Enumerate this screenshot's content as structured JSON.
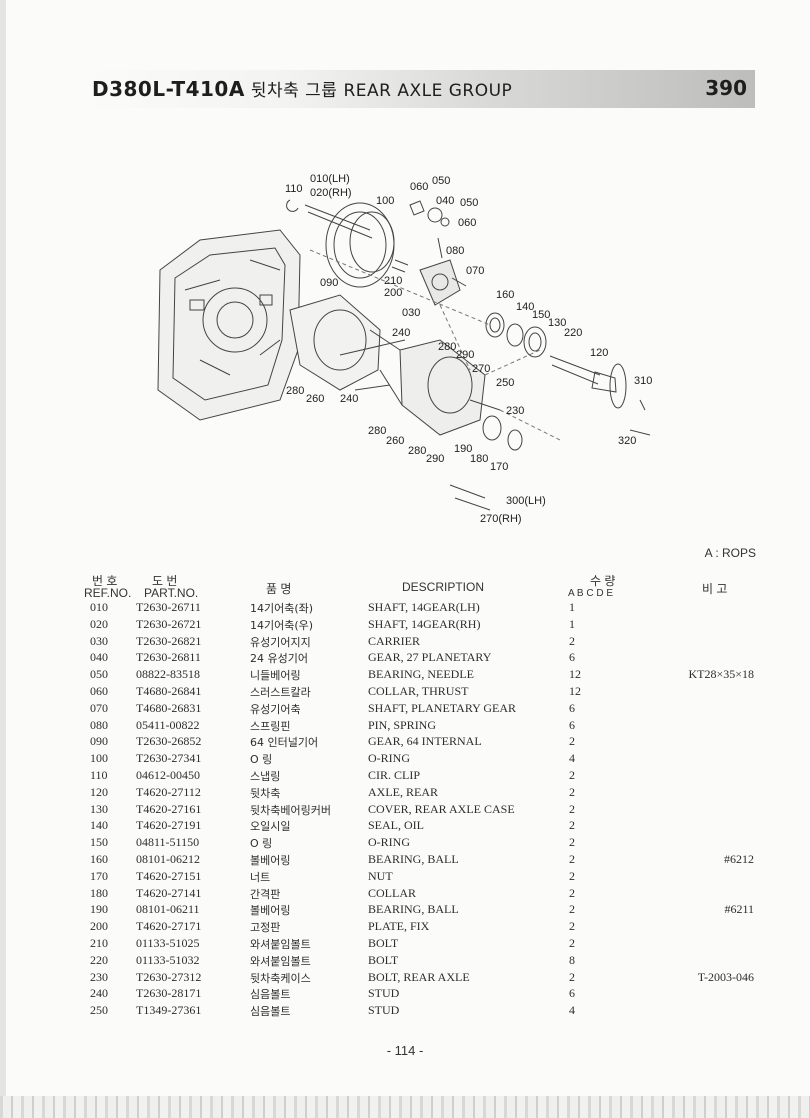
{
  "header": {
    "model": "D380L-T410A",
    "group_ko": "뒷차축 그룹",
    "group_en": "REAR AXLE GROUP",
    "page_code": "390"
  },
  "diagram_labels": {
    "l010": "010(LH)",
    "l020": "020(RH)",
    "l110": "110",
    "l100": "100",
    "l090": "090",
    "l060a": "060",
    "l050a": "050",
    "l040": "040",
    "l050b": "050",
    "l060b": "060",
    "l080": "080",
    "l070": "070",
    "l210": "210",
    "l200": "200",
    "l030": "030",
    "l160": "160",
    "l140": "140",
    "l150": "150",
    "l130": "130",
    "l220": "220",
    "l120": "120",
    "l240a": "240",
    "l280a": "280",
    "l290a": "290",
    "l270": "270",
    "l250": "250",
    "l230": "230",
    "l280b": "280",
    "l260a": "260",
    "l240b": "240",
    "l280c": "280",
    "l260b": "260",
    "l280d": "280",
    "l290b": "290",
    "l190": "190",
    "l180": "180",
    "l170": "170",
    "l310": "310",
    "l320": "320",
    "l300": "300(LH)",
    "l270rh": "270(RH)"
  },
  "note": "A : ROPS",
  "table_header": {
    "ref_ko": "번 호",
    "ref_en": "REF.NO.",
    "part_ko": "도 번",
    "part_en": "PART.NO.",
    "name_ko": "품 명",
    "desc": "DESCRIPTION",
    "qty_ko": "수 량",
    "qty_cols": "A B C D E",
    "remark_ko": "비 고"
  },
  "rows": [
    {
      "ref": "010",
      "part": "T2630-26711",
      "ko": "14기어축(좌)",
      "desc": "SHAFT, 14GEAR(LH)",
      "qty": "1",
      "rem": ""
    },
    {
      "ref": "020",
      "part": "T2630-26721",
      "ko": "14기어축(우)",
      "desc": "SHAFT, 14GEAR(RH)",
      "qty": "1",
      "rem": ""
    },
    {
      "ref": "030",
      "part": "T2630-26821",
      "ko": "유성기어지지",
      "desc": "CARRIER",
      "qty": "2",
      "rem": ""
    },
    {
      "ref": "040",
      "part": "T2630-26811",
      "ko": "24 유성기어",
      "desc": "GEAR, 27 PLANETARY",
      "qty": "6",
      "rem": ""
    },
    {
      "ref": "050",
      "part": "08822-83518",
      "ko": "니들베어링",
      "desc": "BEARING, NEEDLE",
      "qty": "12",
      "rem": "KT28×35×18"
    },
    {
      "ref": "060",
      "part": "T4680-26841",
      "ko": "스러스트칼라",
      "desc": "COLLAR, THRUST",
      "qty": "12",
      "rem": ""
    },
    {
      "ref": "070",
      "part": "T4680-26831",
      "ko": "유성기어축",
      "desc": "SHAFT, PLANETARY GEAR",
      "qty": "6",
      "rem": ""
    },
    {
      "ref": "080",
      "part": "05411-00822",
      "ko": "스프링핀",
      "desc": "PIN, SPRING",
      "qty": "6",
      "rem": ""
    },
    {
      "ref": "090",
      "part": "T2630-26852",
      "ko": "64 인터널기어",
      "desc": "GEAR, 64 INTERNAL",
      "qty": "2",
      "rem": ""
    },
    {
      "ref": "100",
      "part": "T2630-27341",
      "ko": "O 링",
      "desc": "O-RING",
      "qty": "4",
      "rem": ""
    },
    {
      "ref": "110",
      "part": "04612-00450",
      "ko": "스냅링",
      "desc": "CIR. CLIP",
      "qty": "2",
      "rem": ""
    },
    {
      "ref": "120",
      "part": "T4620-27112",
      "ko": "뒷차축",
      "desc": "AXLE, REAR",
      "qty": "2",
      "rem": ""
    },
    {
      "ref": "130",
      "part": "T4620-27161",
      "ko": "뒷차축베어링커버",
      "desc": "COVER, REAR AXLE CASE",
      "qty": "2",
      "rem": ""
    },
    {
      "ref": "140",
      "part": "T4620-27191",
      "ko": "오일시일",
      "desc": "SEAL, OIL",
      "qty": "2",
      "rem": ""
    },
    {
      "ref": "150",
      "part": "04811-51150",
      "ko": "O 링",
      "desc": "O-RING",
      "qty": "2",
      "rem": ""
    },
    {
      "ref": "160",
      "part": "08101-06212",
      "ko": "볼베어링",
      "desc": "BEARING, BALL",
      "qty": "2",
      "rem": "#6212"
    },
    {
      "ref": "170",
      "part": "T4620-27151",
      "ko": "너트",
      "desc": "NUT",
      "qty": "2",
      "rem": ""
    },
    {
      "ref": "180",
      "part": "T4620-27141",
      "ko": "간격판",
      "desc": "COLLAR",
      "qty": "2",
      "rem": ""
    },
    {
      "ref": "190",
      "part": "08101-06211",
      "ko": "볼베어링",
      "desc": "BEARING, BALL",
      "qty": "2",
      "rem": "#6211"
    },
    {
      "ref": "200",
      "part": "T4620-27171",
      "ko": "고정판",
      "desc": "PLATE, FIX",
      "qty": "2",
      "rem": ""
    },
    {
      "ref": "210",
      "part": "01133-51025",
      "ko": "와셔붙임볼트",
      "desc": "BOLT",
      "qty": "2",
      "rem": ""
    },
    {
      "ref": "220",
      "part": "01133-51032",
      "ko": "와셔붙임볼트",
      "desc": "BOLT",
      "qty": "8",
      "rem": ""
    },
    {
      "ref": "230",
      "part": "T2630-27312",
      "ko": "뒷차축케이스",
      "desc": "BOLT, REAR AXLE",
      "qty": "2",
      "rem": "T-2003-046"
    },
    {
      "ref": "240",
      "part": "T2630-28171",
      "ko": "심음볼트",
      "desc": "STUD",
      "qty": "6",
      "rem": ""
    },
    {
      "ref": "250",
      "part": "T1349-27361",
      "ko": "심음볼트",
      "desc": "STUD",
      "qty": "4",
      "rem": ""
    }
  ],
  "footer": "- 114 -"
}
